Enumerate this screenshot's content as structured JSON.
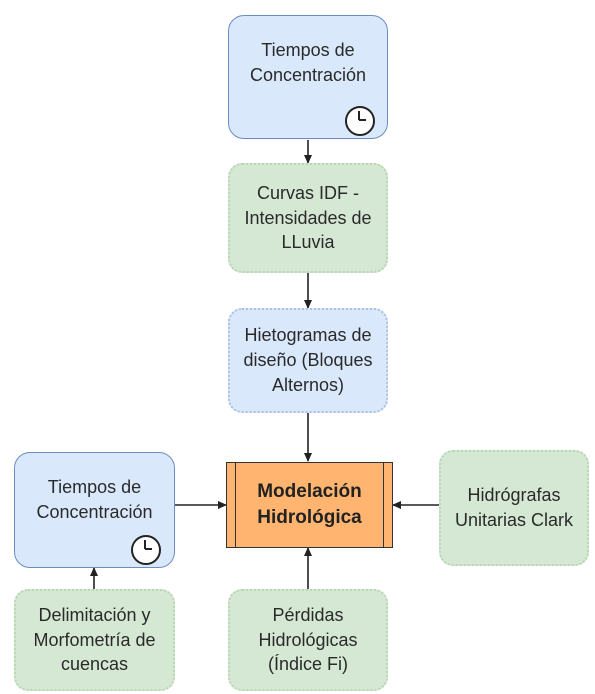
{
  "nodes": {
    "tiempos_top": "Tiempos de\nConcentración",
    "curvas_idf": "Curvas IDF -\nIntensidades de\nLLuvia",
    "hietogramas": "Hietogramas de\ndiseño (Bloques\nAlternos)",
    "tiempos_left": "Tiempos de\nConcentración",
    "modelacion": "Modelación\nHidrológica",
    "hidrografas": "Hidrógrafas\nUnitarias Clark",
    "delimitacion": "Delimitación y\nMorfometría de\ncuencas",
    "perdidas": "Pérdidas\nHidrológicas\n(Índice Fi)"
  },
  "icons": [
    "clock-icon",
    "clock-icon"
  ],
  "colors": {
    "blue_fill": "#dae8fc",
    "green_fill": "#d5e8d4",
    "orange_fill": "#ffb570",
    "arrow": "#222222"
  }
}
